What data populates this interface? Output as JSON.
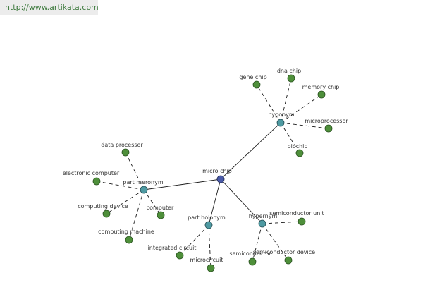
{
  "watermark": {
    "text": "http://www.artikata.com"
  },
  "colors": {
    "center_node": "#4a5aa8",
    "relation_node": "#4e9aa2",
    "leaf_node": "#4e8f3a",
    "edge": "#1a1a1a",
    "watermark_text": "#3d7a3d",
    "watermark_bg": "#ececec"
  },
  "graph": {
    "center": {
      "id": "micro-chip",
      "label": "micro chip"
    },
    "relations": [
      {
        "id": "hyponym",
        "label": "hyponym"
      },
      {
        "id": "part-meronym",
        "label": "part meronym"
      },
      {
        "id": "part-holonym",
        "label": "part holonym"
      },
      {
        "id": "hypernym",
        "label": "hypernym"
      }
    ],
    "leaves": [
      {
        "id": "gene-chip",
        "label": "gene chip",
        "relation": "hyponym"
      },
      {
        "id": "dna-chip",
        "label": "dna chip",
        "relation": "hyponym"
      },
      {
        "id": "memory-chip",
        "label": "memory chip",
        "relation": "hyponym"
      },
      {
        "id": "microprocessor",
        "label": "microprocessor",
        "relation": "hyponym"
      },
      {
        "id": "biochip",
        "label": "biochip",
        "relation": "hyponym"
      },
      {
        "id": "data-processor",
        "label": "data processor",
        "relation": "part-meronym"
      },
      {
        "id": "electronic-computer",
        "label": "electronic computer",
        "relation": "part-meronym"
      },
      {
        "id": "computing-device",
        "label": "computing device",
        "relation": "part-meronym"
      },
      {
        "id": "computer",
        "label": "computer",
        "relation": "part-meronym"
      },
      {
        "id": "computing-machine",
        "label": "computing machine",
        "relation": "part-meronym"
      },
      {
        "id": "integrated-circuit",
        "label": "integrated circuit",
        "relation": "part-holonym"
      },
      {
        "id": "microcircuit",
        "label": "microcircuit",
        "relation": "part-holonym"
      },
      {
        "id": "semiconductor-unit",
        "label": "semiconductor unit",
        "relation": "hypernym"
      },
      {
        "id": "semiconductor",
        "label": "semiconductor",
        "relation": "hypernym"
      },
      {
        "id": "semiconductor-device",
        "label": "semiconductor device",
        "relation": "hypernym"
      }
    ]
  }
}
